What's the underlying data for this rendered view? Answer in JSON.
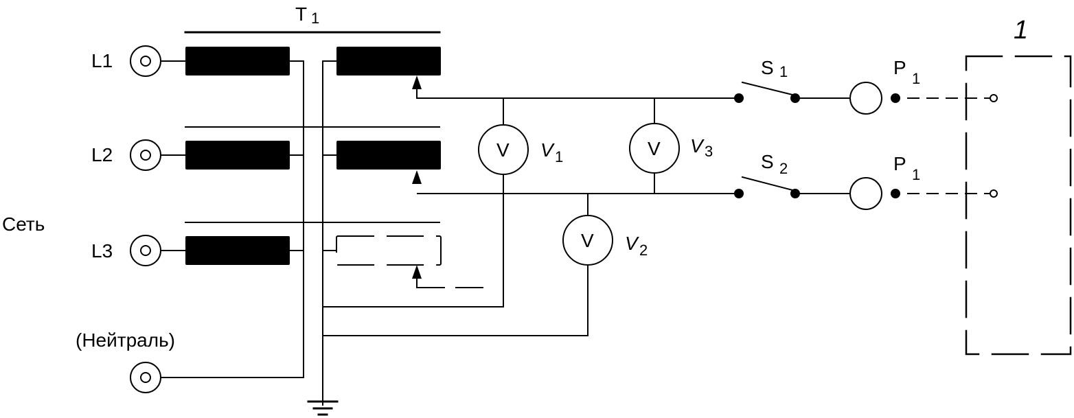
{
  "diagram": {
    "transformer": {
      "label": "T",
      "sub": "1"
    },
    "network_label": "Сеть",
    "neutral_label": "(Нейтраль)",
    "phases": [
      {
        "label": "L1"
      },
      {
        "label": "L2"
      },
      {
        "label": "L3"
      }
    ],
    "voltmeters": [
      {
        "symbol": "V",
        "label": "V",
        "sub": "1"
      },
      {
        "symbol": "V",
        "label": "V",
        "sub": "2"
      },
      {
        "symbol": "V",
        "label": "V",
        "sub": "3"
      }
    ],
    "switches": [
      {
        "label": "S",
        "sub": "1"
      },
      {
        "label": "S",
        "sub": "2"
      }
    ],
    "probes": [
      {
        "label": "P",
        "sub": "1"
      },
      {
        "label": "P",
        "sub": "1"
      }
    ],
    "device_under_test": {
      "label": "1"
    }
  }
}
